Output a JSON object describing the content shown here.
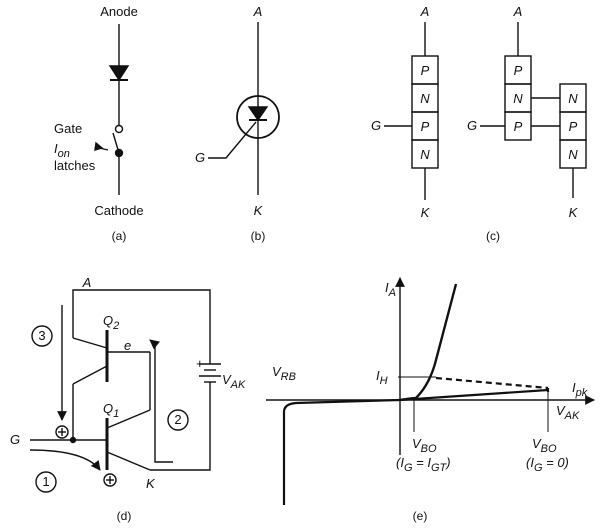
{
  "panel_a": {
    "anode": "Anode",
    "gate": "Gate",
    "i_main": "I",
    "i_sub": "on",
    "latches": "latches",
    "cathode": "Cathode",
    "caption": "(a)"
  },
  "panel_b": {
    "a": "A",
    "k": "K",
    "g": "G",
    "caption": "(b)"
  },
  "panel_c": {
    "a1": "A",
    "k1": "K",
    "g1": "G",
    "a2": "A",
    "k2": "K",
    "g2": "G",
    "stack1": [
      "P",
      "N",
      "P",
      "N"
    ],
    "stack2_left": [
      "P",
      "N",
      "P"
    ],
    "stack2_right": [
      "N",
      "P",
      "N"
    ],
    "caption": "(c)"
  },
  "panel_d": {
    "a": "A",
    "q2_main": "Q",
    "q2_sub": "2",
    "q1_main": "Q",
    "q1_sub": "1",
    "e": "e",
    "g": "G",
    "k": "K",
    "vak_main": "V",
    "vak_sub": "AK",
    "plus": "+",
    "circle1": "1",
    "circle2": "2",
    "circle3": "3",
    "caption": "(d)"
  },
  "panel_e": {
    "ia_main": "I",
    "ia_sub": "A",
    "ih_main": "I",
    "ih_sub": "H",
    "vrb_main": "V",
    "vrb_sub": "RB",
    "ipk_main": "I",
    "ipk_sub": "pk",
    "vak_main": "V",
    "vak_sub": "AK",
    "vbo1_main": "V",
    "vbo1_sub": "BO",
    "vbo1_cond": "(I",
    "vbo1_cond_sub": "G",
    "vbo1_cond_mid": " = I",
    "vbo1_cond_sub2": "GT",
    "vbo1_cond_end": ")",
    "vbo2_main": "V",
    "vbo2_sub": "BO",
    "vbo2_cond": "(I",
    "vbo2_cond_sub": "G",
    "vbo2_cond_end": " = 0)",
    "caption": "(e)"
  }
}
